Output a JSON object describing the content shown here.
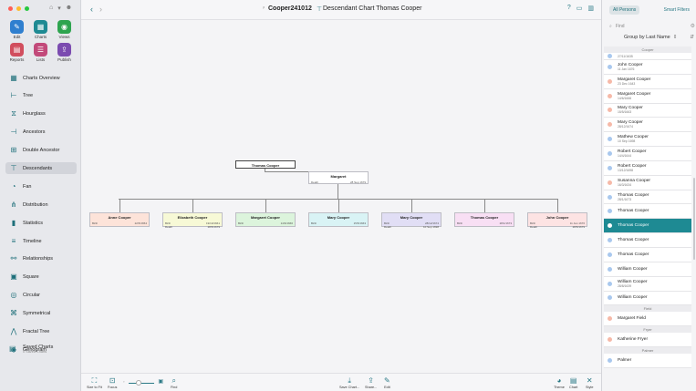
{
  "sidebar": {
    "tools": [
      {
        "label": "Edit",
        "icon": "pencil-icon",
        "color": "#2f7fcf"
      },
      {
        "label": "Charts",
        "icon": "charts-icon",
        "color": "#1e8a93"
      },
      {
        "label": "Views",
        "icon": "eye-icon",
        "color": "#2ea44f"
      },
      {
        "label": "Reports",
        "icon": "reports-icon",
        "color": "#d14e5e"
      },
      {
        "label": "Lists",
        "icon": "lists-icon",
        "color": "#c2497a"
      },
      {
        "label": "Publish",
        "icon": "publish-icon",
        "color": "#7b4bb0"
      }
    ],
    "nav": [
      {
        "label": "Charts Overview",
        "icon": "overview-icon",
        "glyph": "▦"
      },
      {
        "label": "Tree",
        "icon": "tree-icon",
        "glyph": "⊢"
      },
      {
        "label": "Hourglass",
        "icon": "hourglass-icon",
        "glyph": "⧖"
      },
      {
        "label": "Ancestors",
        "icon": "ancestors-icon",
        "glyph": "⊣"
      },
      {
        "label": "Double Ancestor",
        "icon": "double-ancestor-icon",
        "glyph": "⊞"
      },
      {
        "label": "Descendants",
        "icon": "descendants-icon",
        "glyph": "⊤",
        "active": true
      },
      {
        "label": "Fan",
        "icon": "fan-icon",
        "glyph": "◔"
      },
      {
        "label": "Distribution",
        "icon": "distribution-icon",
        "glyph": "⋔"
      },
      {
        "label": "Statistics",
        "icon": "statistics-icon",
        "glyph": "▮"
      },
      {
        "label": "Timeline",
        "icon": "timeline-icon",
        "glyph": "≡"
      },
      {
        "label": "Relationships",
        "icon": "relationships-icon",
        "glyph": "⚯"
      },
      {
        "label": "Square",
        "icon": "square-icon",
        "glyph": "▣"
      },
      {
        "label": "Circular",
        "icon": "circular-icon",
        "glyph": "◎"
      },
      {
        "label": "Symmetrical",
        "icon": "symmetrical-icon",
        "glyph": "⌘"
      },
      {
        "label": "Fractal Tree",
        "icon": "fractal-tree-icon",
        "glyph": "⋀"
      },
      {
        "label": "Genogram",
        "icon": "genogram-icon",
        "glyph": "◈"
      }
    ],
    "saved": {
      "label": "Saved Charts",
      "sub": "0 Saved Charts"
    }
  },
  "toolbar": {
    "document_name": "Cooper241012",
    "chart_title": "Descendant Chart Thomas Cooper"
  },
  "chart": {
    "root": {
      "name": "Thomas Cooper"
    },
    "spouse": {
      "name": "Margaret",
      "birth_label": "Death",
      "birth_value": "28 Sep 1679"
    },
    "children": [
      {
        "name": "Anne Cooper",
        "color": "#fde3d9",
        "l1": "Birth",
        "v1": "22/5/1654"
      },
      {
        "name": "Elizabeth Cooper",
        "color": "#f7f9d6",
        "l1": "Birth",
        "v1": "19/10/1661",
        "l2": "Death",
        "v2": "28/5/1679"
      },
      {
        "name": "Margaret Cooper",
        "color": "#dcf4dc",
        "l1": "Birth",
        "v1": "14/6/1666"
      },
      {
        "name": "Mary Cooper",
        "color": "#d9f3f5",
        "l1": "Birth",
        "v1": "15/5/1663"
      },
      {
        "name": "Mary Cooper",
        "color": "#e1def5",
        "l1": "Birth",
        "v1": "28/12/1674",
        "l2": "Death",
        "v2": "10 Sep 1698"
      },
      {
        "name": "Thomas Cooper",
        "color": "#f8dff4",
        "l1": "Birth",
        "v1": "28/1/1673"
      },
      {
        "name": "John Cooper",
        "color": "#fde3e3",
        "l1": "Birth",
        "v1": "11 Jan 1676",
        "l2": "Death",
        "v2": "28/5/1679"
      }
    ]
  },
  "bottombar": {
    "size_to_fit": "Size to Fit",
    "focus": "Focus",
    "find": "Find",
    "save_chart": "Save Chart...",
    "share": "Share...",
    "edit": "Edit",
    "theme": "Theme",
    "chart": "Chart",
    "style": "Style"
  },
  "rightpanel": {
    "tab_all": "All Persons",
    "tab_smart": "Smart Filters",
    "find_placeholder": "Find",
    "group_by": "Group by Last Name",
    "groups": [
      {
        "name": "Cooper",
        "persons": [
          {
            "name": "",
            "date": "27/11/1635",
            "sex": "m"
          },
          {
            "name": "John Cooper",
            "date": "11 Jan 1676",
            "sex": "m"
          },
          {
            "name": "Margaret Cooper",
            "date": "23 Dec 1643",
            "sex": "f"
          },
          {
            "name": "Margaret Cooper",
            "date": "14/6/1666",
            "sex": "f"
          },
          {
            "name": "Mary Cooper",
            "date": "15/5/1663",
            "sex": "f"
          },
          {
            "name": "Mary Cooper",
            "date": "28/12/1674",
            "sex": "f"
          },
          {
            "name": "Mathew Cooper",
            "date": "10 Sep 1698",
            "sex": "m"
          },
          {
            "name": "Robert Cooper",
            "date": "14/4/1644",
            "sex": "m"
          },
          {
            "name": "Robert Cooper",
            "date": "13/12/1698",
            "sex": "m"
          },
          {
            "name": "Susanna Cooper",
            "date": "16/3/1634",
            "sex": "f"
          },
          {
            "name": "Thomas Cooper",
            "date": "28/1/1673",
            "sex": "m"
          },
          {
            "name": "Thomas Cooper",
            "date": "",
            "sex": "m"
          },
          {
            "name": "Thomas Cooper",
            "date": "",
            "sex": "m",
            "selected": true
          },
          {
            "name": "Thomas Cooper",
            "date": "",
            "sex": "m"
          },
          {
            "name": "Thomas Cooper",
            "date": "",
            "sex": "m"
          },
          {
            "name": "William Cooper",
            "date": "",
            "sex": "m"
          },
          {
            "name": "William Cooper",
            "date": "28/8/1639",
            "sex": "m"
          },
          {
            "name": "William Cooper",
            "date": "",
            "sex": "m"
          }
        ]
      },
      {
        "name": "Field",
        "persons": [
          {
            "name": "Margaret Field",
            "date": "",
            "sex": "f"
          }
        ]
      },
      {
        "name": "Fryer",
        "persons": [
          {
            "name": "Katherine Fryer",
            "date": "",
            "sex": "f"
          }
        ]
      },
      {
        "name": "Palmer",
        "persons": [
          {
            "name": "Palmer",
            "date": "",
            "sex": "m"
          }
        ]
      }
    ],
    "male_color": "#a9c8ee",
    "female_color": "#f6b9a8"
  }
}
